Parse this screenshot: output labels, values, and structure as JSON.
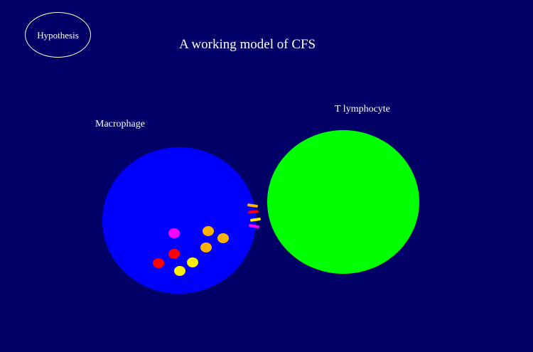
{
  "hypothesis_label": "Hypothesis",
  "title": "A working model of CFS",
  "cells": {
    "t_lymphocyte_label": "T lymphocyte",
    "macrophage_label": "Macrophage"
  },
  "colors": {
    "background": "#000066",
    "macrophage": "#0000ff",
    "t_lymphocyte": "#00ff00",
    "particle_magenta": "#ff00ff",
    "particle_red": "#ff0000",
    "particle_orange": "#ffb300",
    "particle_yellow": "#ffee00"
  }
}
